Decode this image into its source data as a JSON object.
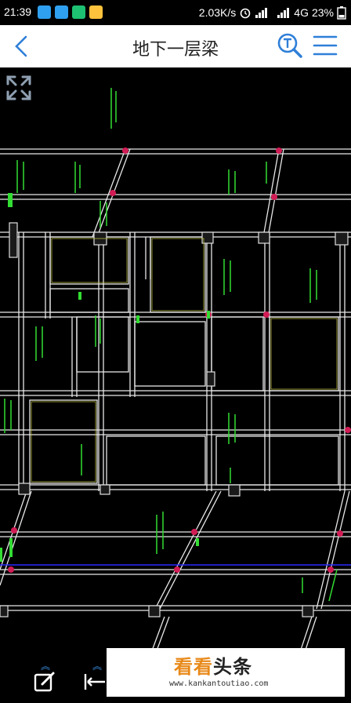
{
  "status_bar": {
    "time": "21:39",
    "speed": "2.03K/s",
    "network": "4G",
    "battery": "23%"
  },
  "header": {
    "title": "地下一层梁"
  },
  "bottom_bar": {
    "brand_part1": "看看",
    "brand_part2": "头条",
    "domain": "www.kankantoutiao.com"
  },
  "colors": {
    "accent": "#2f7fd8",
    "drawing_bg": "#000000",
    "wall_line": "#ffffff",
    "annotation": "#33dd33",
    "column": "#d21c55",
    "highlight_line": "#2a2aff"
  }
}
